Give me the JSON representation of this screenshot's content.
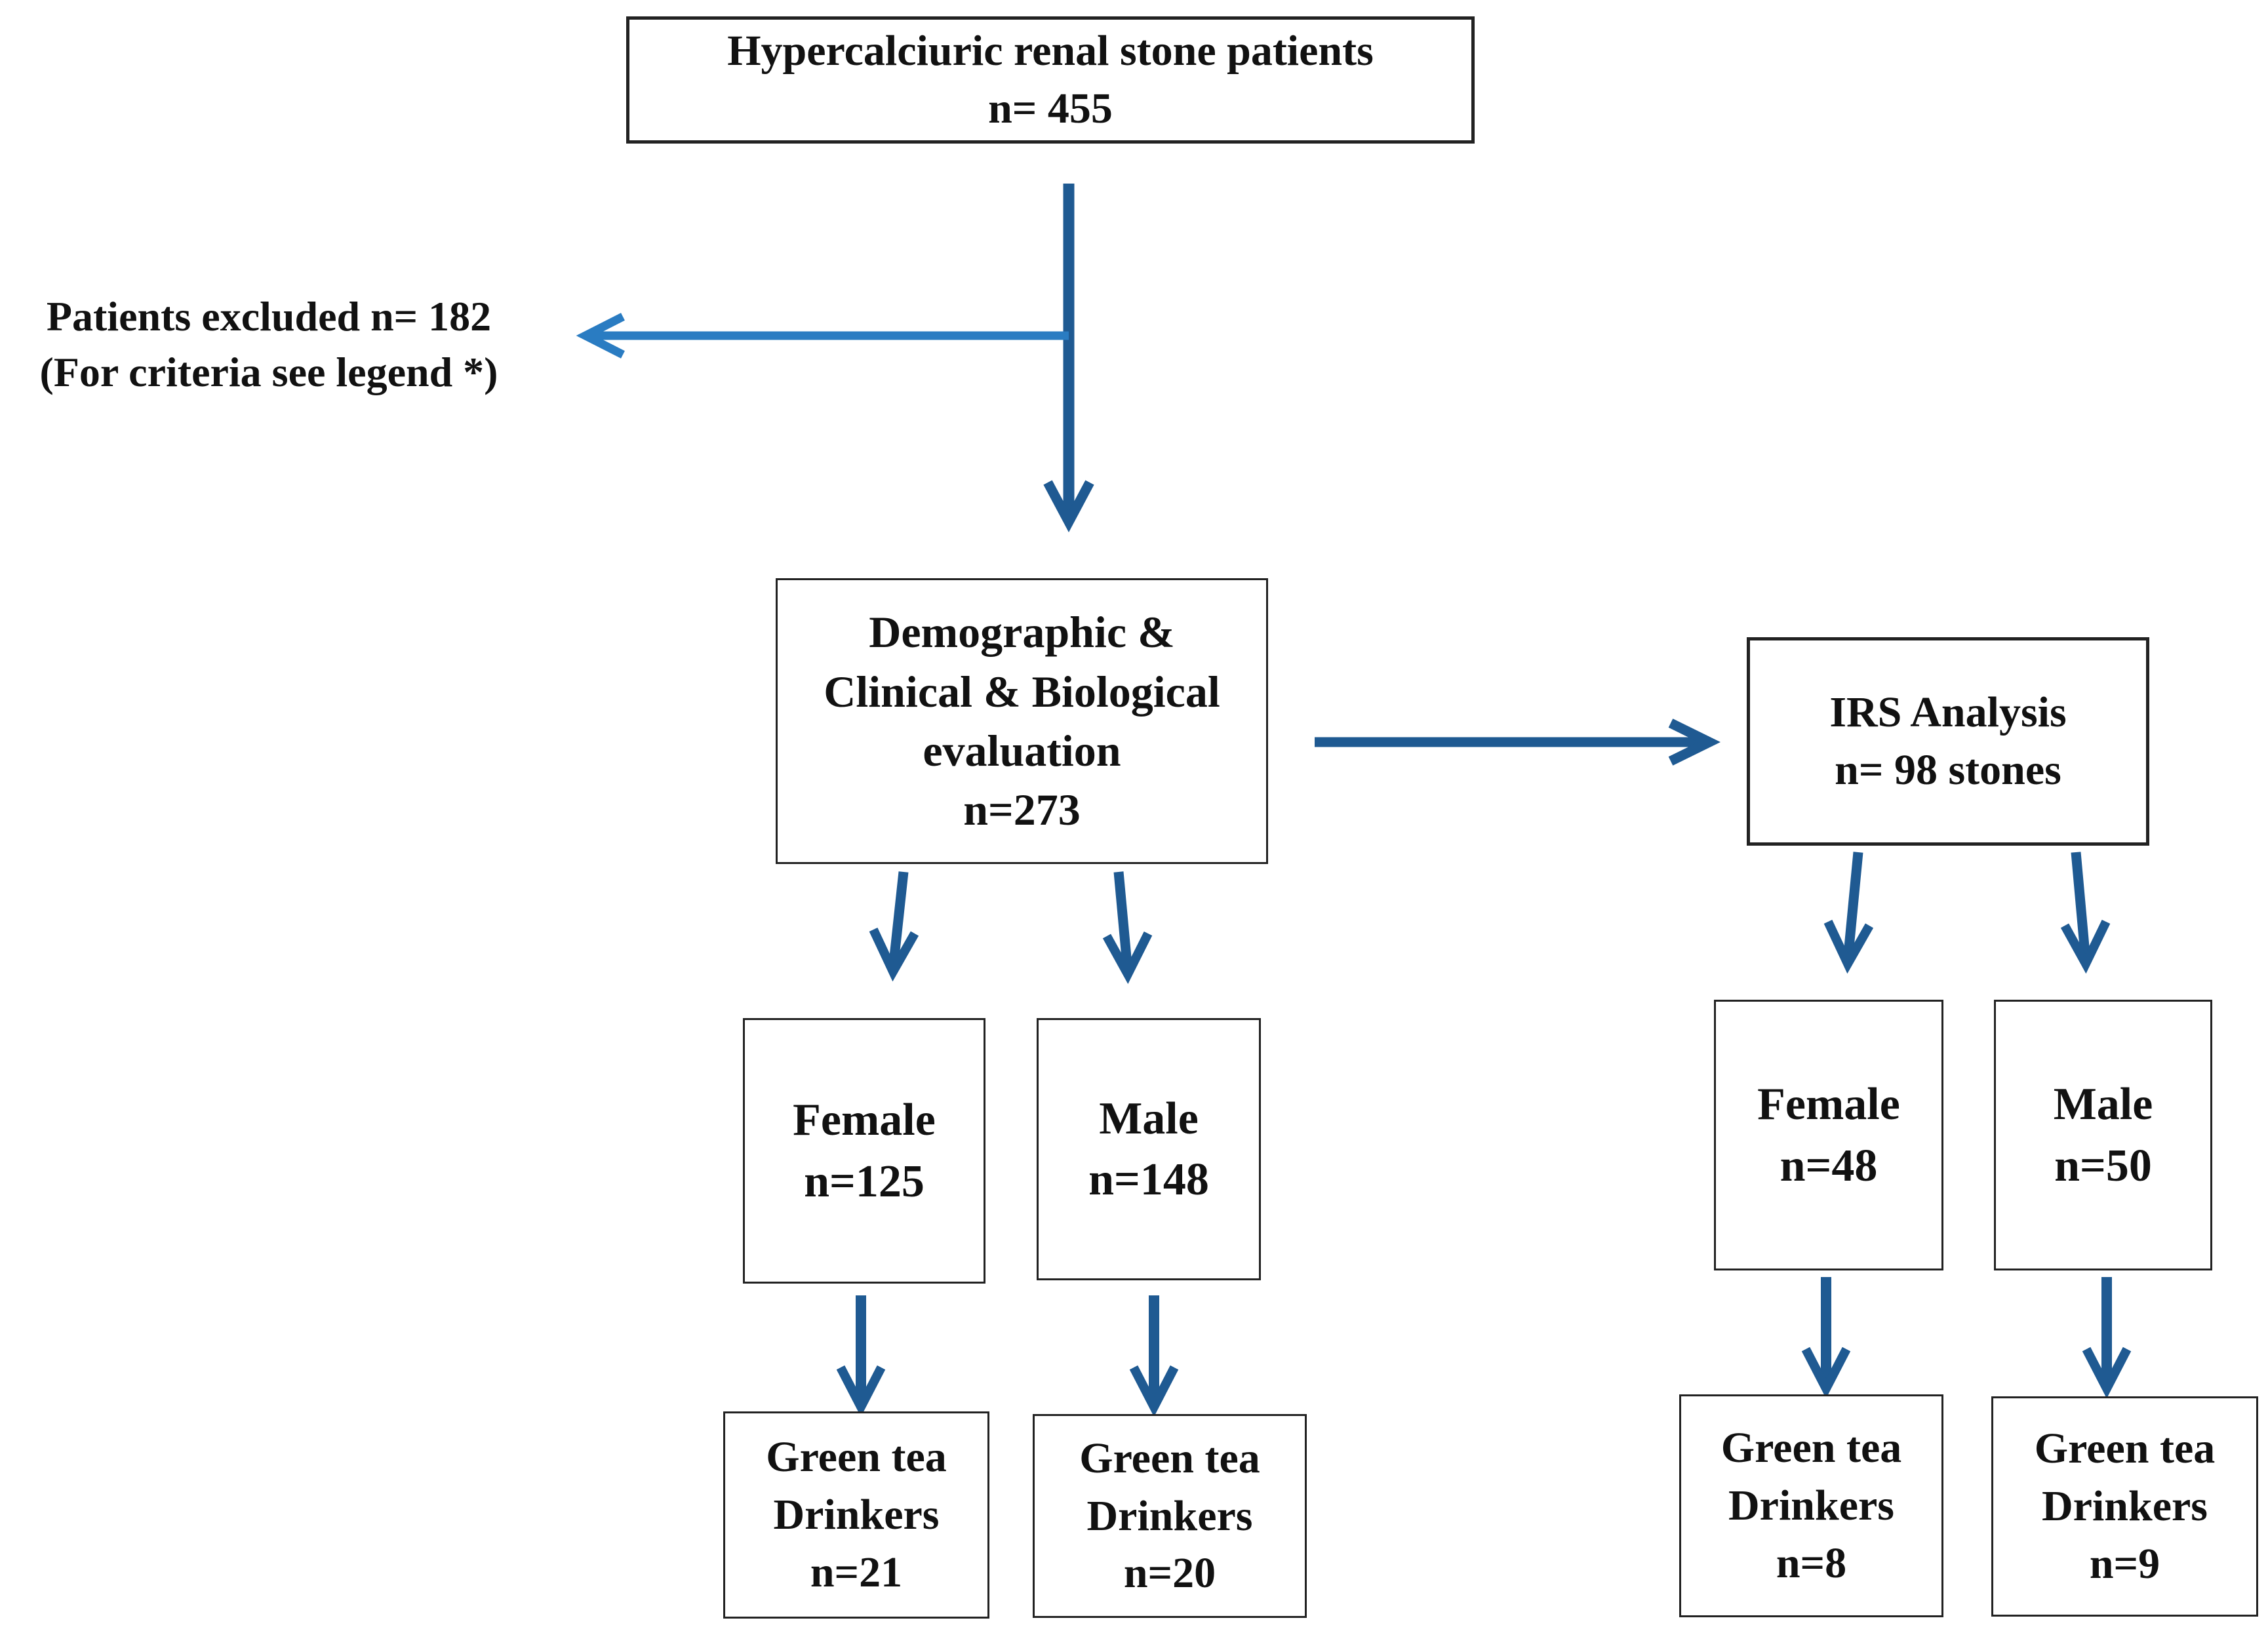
{
  "diagram": {
    "top": {
      "title": "Hypercalciuric renal stone patients",
      "count": "n= 455"
    },
    "excluded": {
      "line1": "Patients excluded  n= 182",
      "line2": "(For criteria see  legend *)"
    },
    "evaluation": {
      "line1": "Demographic &",
      "line2": "Clinical  & Biological",
      "line3": "evaluation",
      "count": "n=273"
    },
    "irs": {
      "title": "IRS Analysis",
      "count": "n= 98 stones"
    },
    "eval_female": {
      "label": "Female",
      "count": "n=125"
    },
    "eval_male": {
      "label": "Male",
      "count": "n=148"
    },
    "irs_female": {
      "label": "Female",
      "count": "n=48"
    },
    "irs_male": {
      "label": "Male",
      "count": "n=50"
    },
    "gt_eval_female": {
      "line1": "Green tea",
      "line2": "Drinkers",
      "count": "n=21"
    },
    "gt_eval_male": {
      "line1": "Green tea",
      "line2": "Drinkers",
      "count": "n=20"
    },
    "gt_irs_female": {
      "line1": "Green tea",
      "line2": "Drinkers",
      "count": "n=8"
    },
    "gt_irs_male": {
      "line1": "Green tea",
      "line2": "Drinkers",
      "count": "n=9"
    }
  },
  "colors": {
    "arrow_dark": "#1f5a92",
    "arrow_light": "#2a7cc2",
    "box_border": "#222222",
    "text": "#111111"
  }
}
